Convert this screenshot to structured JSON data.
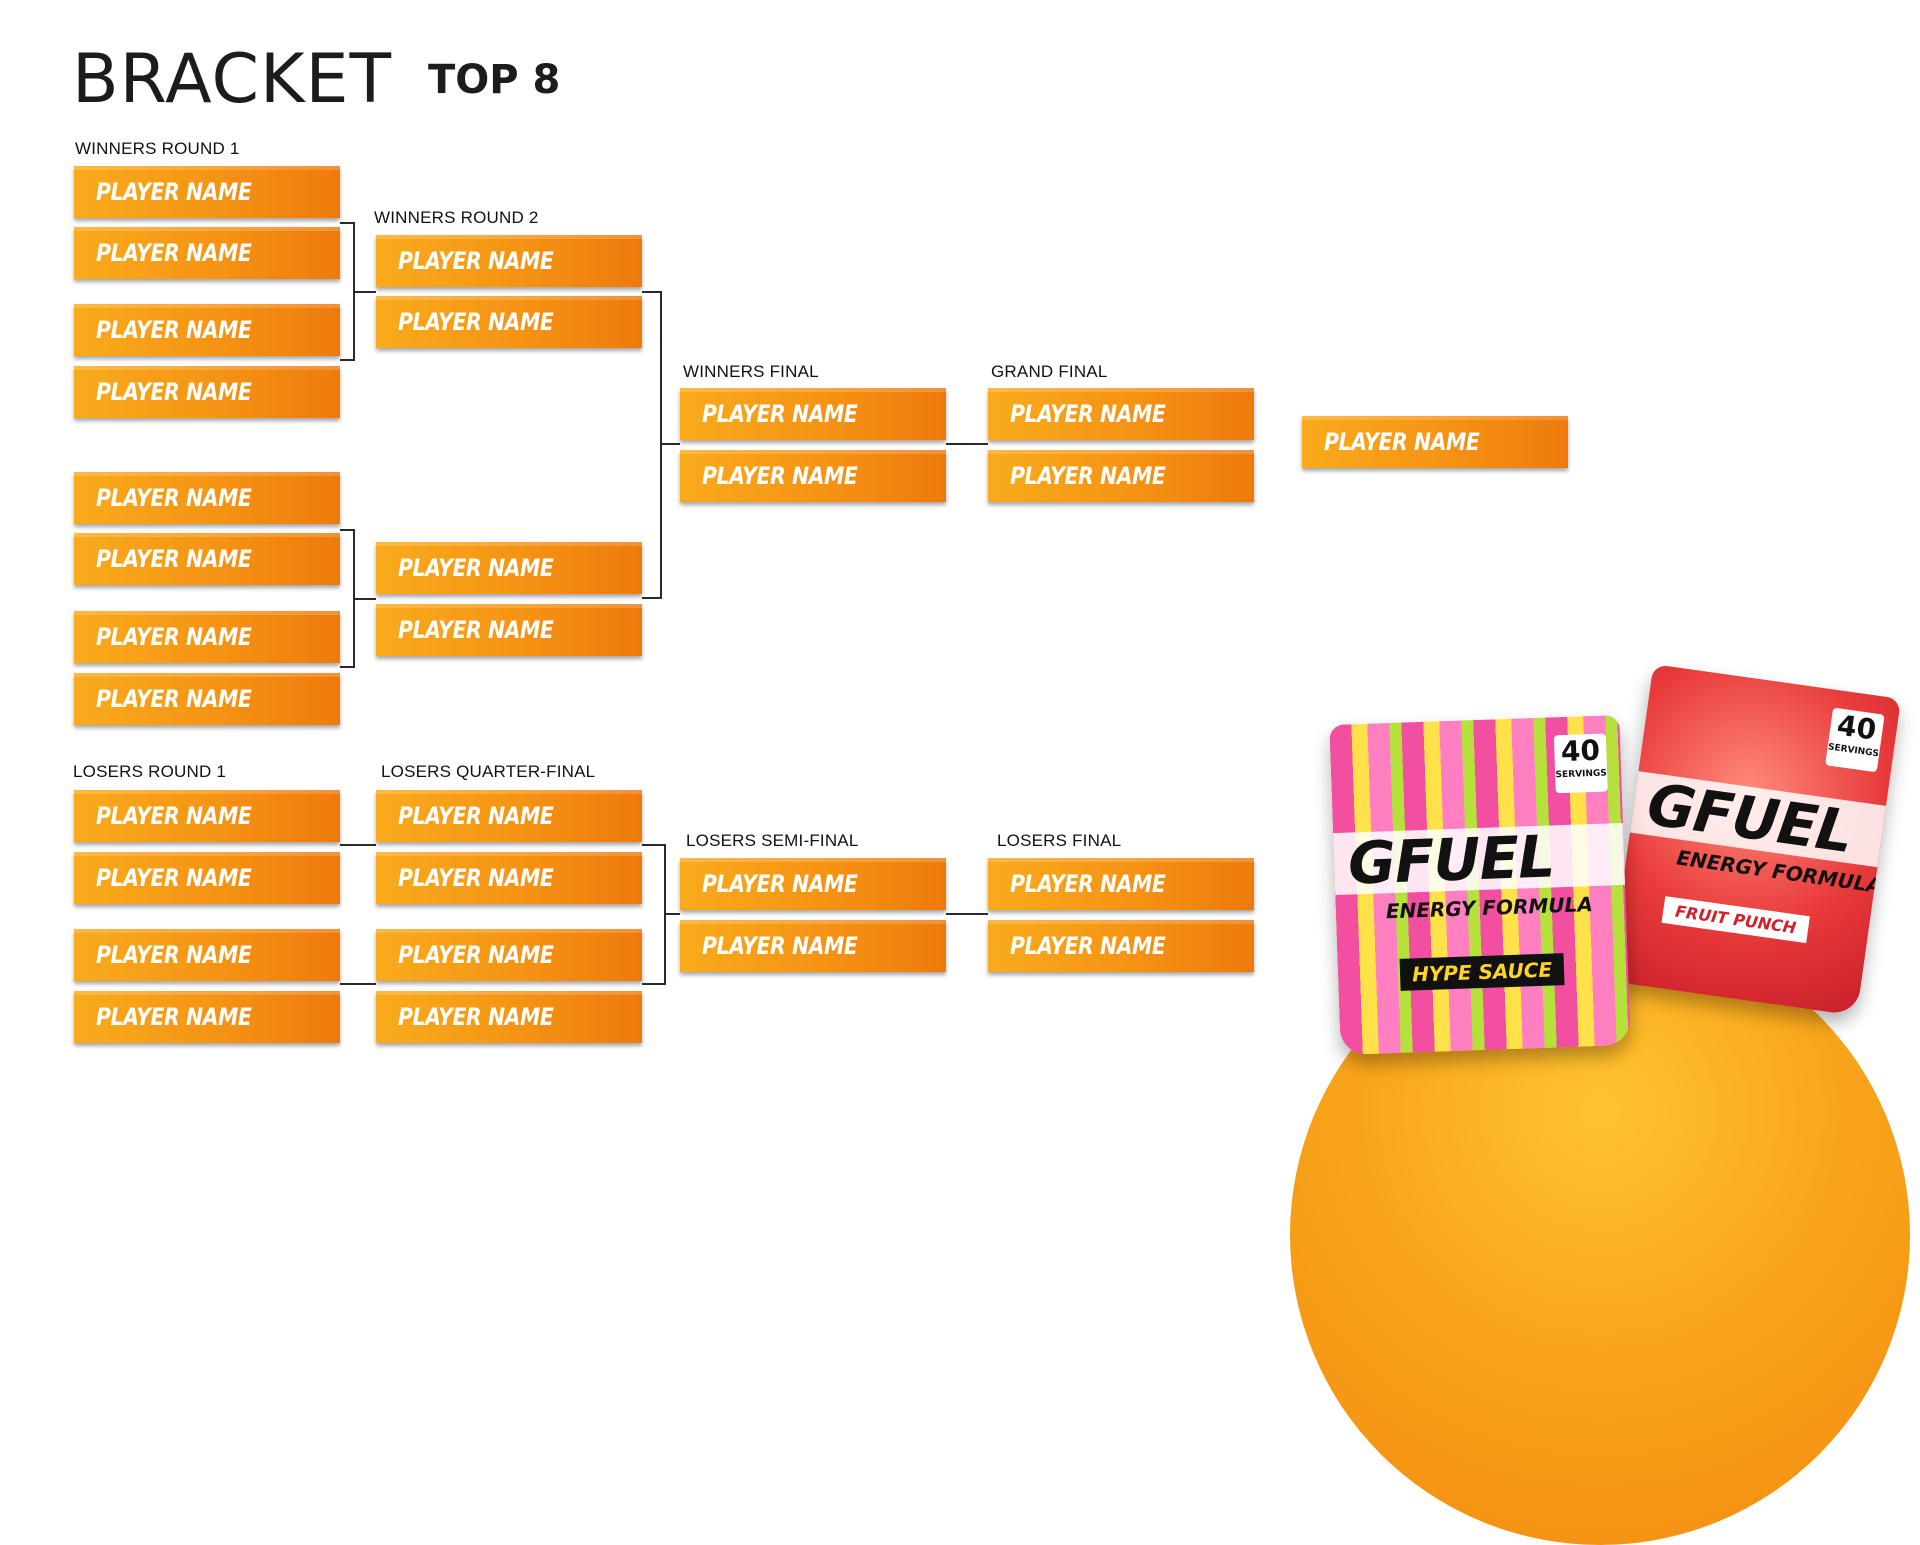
{
  "header": {
    "title": "BRACKET",
    "subtitle": "TOP 8"
  },
  "rounds": {
    "winners_round_1": "WINNERS ROUND 1",
    "winners_round_2": "WINNERS ROUND 2",
    "winners_final": "WINNERS FINAL",
    "grand_final": "GRAND FINAL",
    "losers_round_1": "LOSERS ROUND 1",
    "losers_quarter_final": "LOSERS QUARTER-FINAL",
    "losers_semi_final": "LOSERS SEMI-FINAL",
    "losers_final": "LOSERS FINAL"
  },
  "player_label": "PLAYER NAME",
  "slot_colors": {
    "start": "#f9ab1c",
    "end": "#ef7a0c",
    "text": "#ffffff"
  },
  "products": {
    "main": {
      "brand": "GFUEL",
      "formula": "ENERGY FORMULA",
      "flavor": "HYPE SAUCE",
      "servings": "40",
      "servings_label": "SERVINGS"
    },
    "side": {
      "brand": "GFUEL",
      "formula": "ENERGY FORMULA",
      "flavor": "FRUIT PUNCH",
      "servings": "40",
      "servings_label": "SERVINGS"
    }
  }
}
